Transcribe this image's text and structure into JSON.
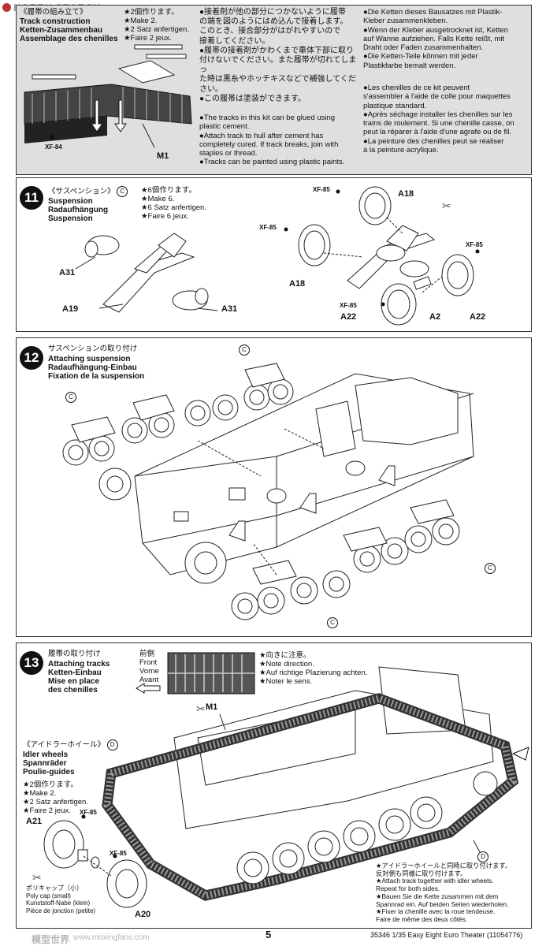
{
  "watermark": "HOBBY SEARCH",
  "track": {
    "jp_title": "《履帯の組み立て》",
    "title_en": "Track construction",
    "title_de": "Ketten-Zusammenbau",
    "title_fr": "Assemblage des chenilles",
    "make_jp": "★2個作ります。",
    "make_en": "★Make 2.",
    "make_de": "★2 Satz anfertigen.",
    "make_fr": "★Faire 2 jeux.",
    "part_m1": "M1",
    "paint_xf84": "XF-84",
    "jp_text": "●接着剤が他の部分につかないように履帯\nの端を図のようにはめ込んで接着します。\nこのとき、接合部分がはがれやすいので\n接着してください。\n●履帯の接着剤がかわくまで車体下部に取り\n付けないでください。また履帯が切れてしまっ\nた時は黒糸やホッチキスなどで補強してくだ\nさい。\n●この履帯は塗装ができます。",
    "en_text": "●The tracks in this kit can be glued using\nplastic cement.\n●Attach track to hull after cement has\ncompletely cured. If track breaks, join with\nstaples or thread.\n●Tracks can be painted using plastic paints.",
    "de_text": "●Die Ketten dieses Bausatzes mit Plastik-\nKleber zusammenkleben.\n●Wenn der Kleber ausgetrocknet ist, Ketten\nauf Wanne aufziehen. Falls Kette reißt, mit\nDraht oder Faden zusammenhalten.\n●Die Ketten-Teile können mit jeder\nPlastikfarbe bemalt werden.",
    "fr_text": "●Les chenilles de ce kit peuvent\ns'assembler à l'aide de colle pour maquettes\nplastique standard.\n●Après séchage installer les chenilles sur les\ntrains de roulement. Si une chenille casse, on\npeut la réparer à l'aide d'une agrafe ou de fil.\n●La peinture des chenilles peut se réaliser\nà la peinture acrylique."
  },
  "step11": {
    "num": "11",
    "jp": "《サスペンション》",
    "circle": "C",
    "title_en": "Suspension",
    "title_de": "Radaufhängung",
    "title_fr": "Suspension",
    "make_jp": "★6個作ります。",
    "make_en": "★Make 6.",
    "make_de": "★6 Satz anfertigen.",
    "make_fr": "★Faire 6 jeux.",
    "parts": {
      "a31a": "A31",
      "a19": "A19",
      "a31b": "A31",
      "a18a": "A18",
      "a18b": "A18",
      "a22a": "A22",
      "a2": "A2",
      "a22b": "A22"
    },
    "paints": {
      "p1": "XF-85",
      "p2": "XF-85",
      "p3": "XF-85",
      "p4": "XF-85"
    }
  },
  "step12": {
    "num": "12",
    "jp": "サスペンションの取り付け",
    "title_en": "Attaching suspension",
    "title_de": "Radaufhängung-Einbau",
    "title_fr": "Fixation de la suspension",
    "circle": "C"
  },
  "step13": {
    "num": "13",
    "jp": "履帯の取り付け",
    "title_en": "Attaching tracks",
    "title_de": "Ketten-Einbau",
    "title_fr": "Mise en place",
    "title_fr2": "des chenilles",
    "dir_jp": "前側",
    "dir_en": "Front",
    "dir_de": "Vorne",
    "dir_fr": "Avant",
    "note_jp": "★向きに注意。",
    "note_en": "★Note direction.",
    "note_de": "★Auf richtige Plazierung achten.",
    "note_fr": "★Noter le sens.",
    "part_m1": "M1",
    "idler_jp": "《アイドラーホイール》",
    "idler_circle": "D",
    "idler_en": "Idler wheels",
    "idler_de": "Spannräder",
    "idler_fr": "Poulie-guides",
    "idler_make_jp": "★2個作ります。",
    "idler_make_en": "★Make 2.",
    "idler_make_de": "★2 Satz anfertigen.",
    "idler_make_fr": "★Faire 2 jeux.",
    "part_a21": "A21",
    "part_a20": "A20",
    "paint1": "XF-85",
    "paint2": "XF-85",
    "polycap": "ポリキャップ（小）\nPoly cap (small)\nKunststoff-Nabe (klein)\nPièce de jonction (petite)",
    "circle_d": "D",
    "final_note": "★アイドラーホイールと同時に取り付けます。\n反対側も同様に取り付けます。\n★Attach track together with idler wheels.\nRepeat for both sides.\n★Bauen Sie die Kette zusammen mit dem\nSpannrad ein. Auf beiden Seiten wiederholen.\n★Fixer la chenille avec la roue tendeuse.\nFaire de même des deux côtés."
  },
  "footer": {
    "page": "5",
    "id": "35346  1/35 Easy Eight Euro Theater (11054776)",
    "watermark1": "模型世界",
    "watermark2": "www.moxingfans.com"
  }
}
